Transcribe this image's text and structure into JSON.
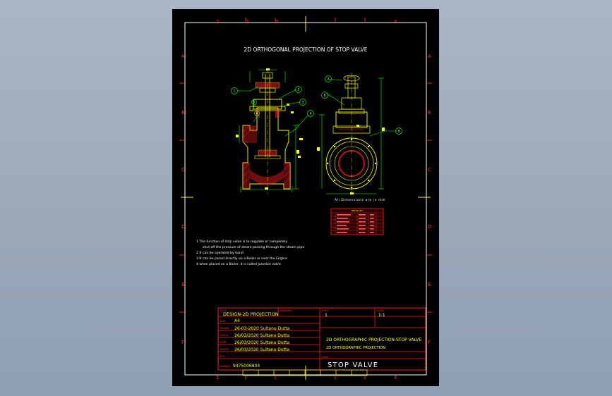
{
  "drawing": {
    "title": "2D ORTHOGONAL PROJECTION OF STOP VALVE",
    "dimensions_note": "All Dimensions are in mm",
    "zone_columns": [
      "1",
      "2",
      "3",
      "4"
    ],
    "zone_rows": [
      "A",
      "B",
      "C",
      "D",
      "E",
      "F"
    ],
    "notes": [
      "1  The function of stop valve is to regulate or completely",
      "shut off the pressure of steam passing through the steam pipe",
      "2  It can be operated by hand",
      "3  It can be paced directly on a Boiler or near the Engine",
      "4  when placed on a Boiler, it is called Junction valve"
    ],
    "balloons": [
      "1",
      "2",
      "3",
      "4",
      "5",
      "6",
      "7",
      "8",
      "9"
    ],
    "parts_table_title": "PARTS LIST"
  },
  "title_block": {
    "title_label": "TITLE",
    "title_value": "DESIGN-2D PROJECTION",
    "drawing_no_label": "DRAWING",
    "sheet_label": "SHEET",
    "sheet_value": "1",
    "scale_label": "SCALE",
    "scale_value": "1:1",
    "size_label": "SIZE",
    "size_value": "A4",
    "drawn_label": "DRAWN",
    "drawn_value": "26-03-2020  Sultanu Dutta",
    "checked_label": "CHECK",
    "checked_value": "26/03/2020  Sultanu Dutta",
    "approved_label": "APPR",
    "approved_value": "26/03/2020  Sultanu Dutta",
    "issued_label": "ISSUED",
    "issued_value": "26/03/2020  Sultanu Dutta",
    "rev_label": "REV",
    "number_label": "NUMBER",
    "number_value": "9475006804",
    "heading_main": "2D ORTHOGRAPHIC PROJECTION-STOP VALVE",
    "heading_sub": "2D ORTHOGRAPHIC PROJECTION",
    "name_label": "NAME",
    "name_value": "STOP VALVE"
  },
  "colors": {
    "background": "#000000",
    "frame": "#ffffff",
    "outline": "#ffff00",
    "dimensions": "#00ff00",
    "title_border": "#ff0000",
    "section": "#ff2020"
  }
}
